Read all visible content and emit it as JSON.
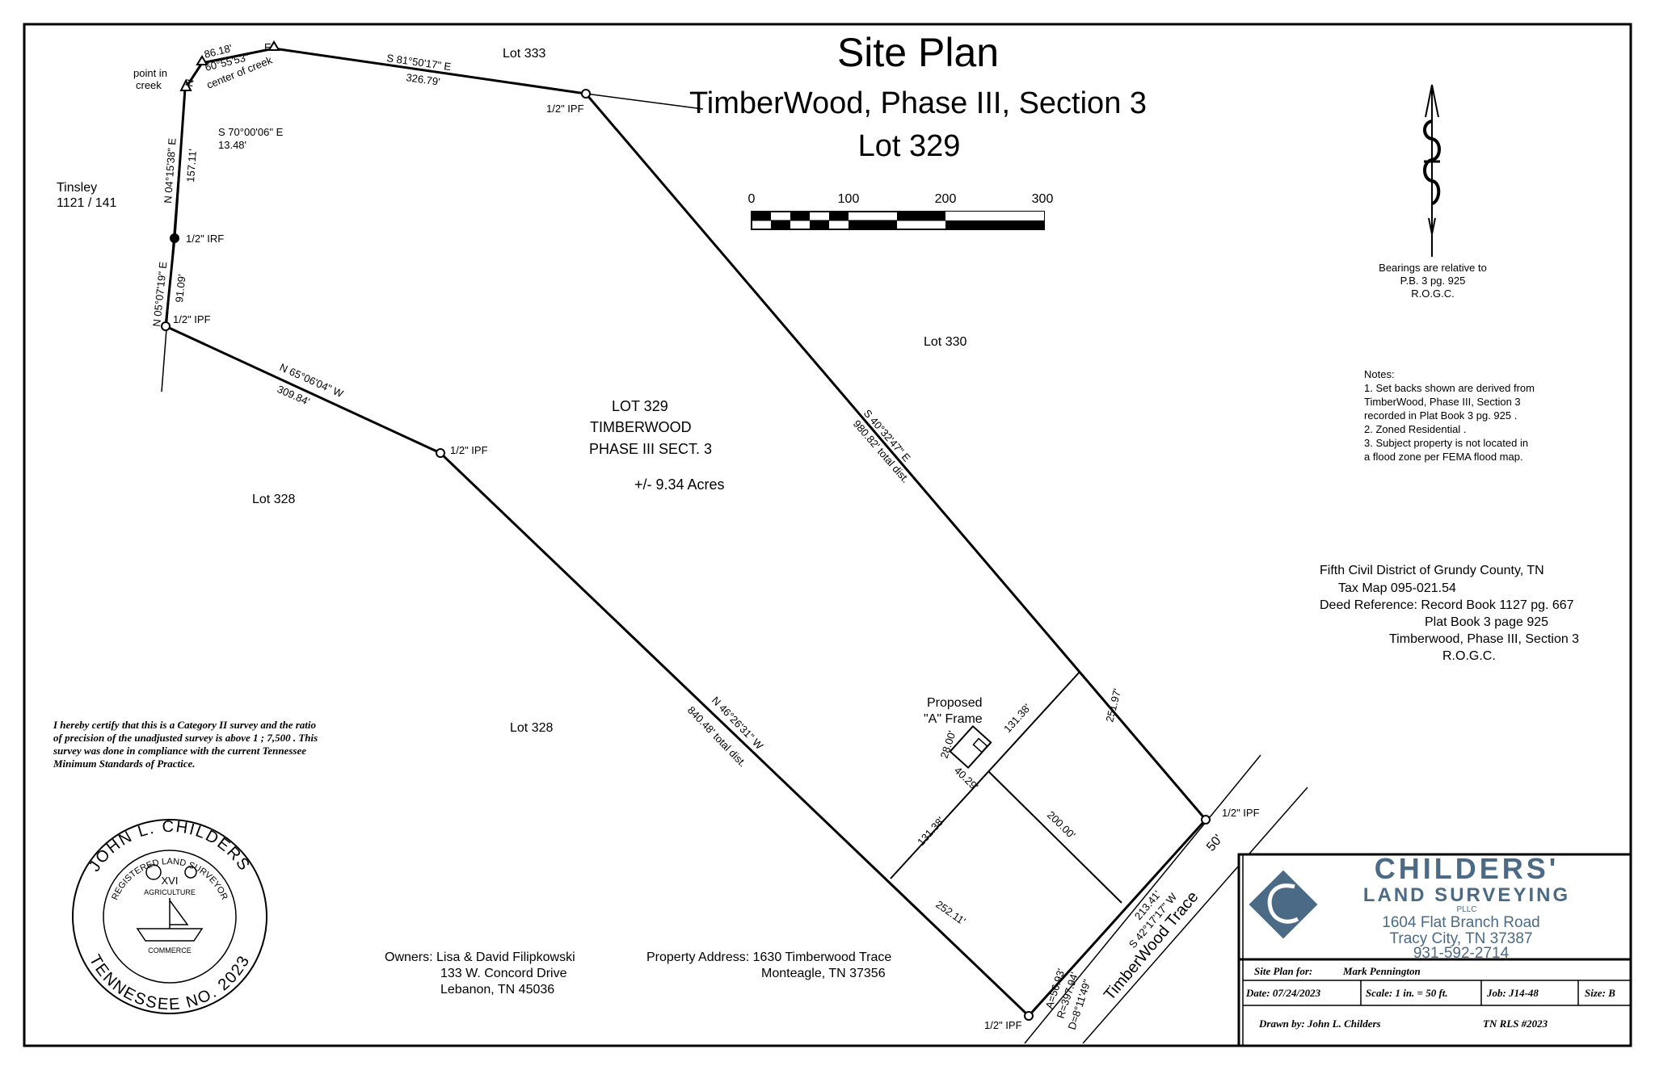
{
  "title": "Site Plan",
  "subtitle": "TimberWood, Phase III, Section 3",
  "lot_title": "Lot 329",
  "scale_bar": {
    "ticks": [
      "0",
      "100",
      "200",
      "300"
    ]
  },
  "north_note": [
    "Bearings are relative to",
    "P.B. 3 pg. 925",
    "R.O.G.C."
  ],
  "notes": [
    "Notes:",
    "1. Set backs shown are derived from",
    "TimberWood, Phase III, Section 3",
    "recorded in Plat Book 3 pg. 925 .",
    "2. Zoned Residential .",
    "3. Subject property is not located in",
    "a flood zone per FEMA flood map."
  ],
  "district": [
    "Fifth Civil District of Grundy County, TN",
    "Tax Map 095-021.54",
    "Deed Reference: Record Book 1127 pg. 667",
    "Plat Book 3 page 925",
    "Timberwood, Phase III, Section 3",
    "R.O.G.C."
  ],
  "certification": "I hereby certify that this is a Category II survey and the ratio of precision of the unadjusted survey is above 1 ; 7,500 . This survey was done in compliance with the current Tennessee Minimum Standards of Practice.",
  "seal": {
    "top": "JOHN L. CHILDERS",
    "ring": "REGISTERED LAND SURVEYOR",
    "number": "XVI",
    "agri": "AGRICULTURE",
    "comm": "COMMERCE",
    "bottom": "TENNESSEE NO. 2023"
  },
  "owners": [
    "Owners: Lisa & David Filipkowski",
    "133 W. Concord Drive",
    "Lebanon, TN 45036"
  ],
  "property": [
    "Property Address: 1630 Timberwood Trace",
    "Monteagle, TN 37356"
  ],
  "labels": {
    "lot333": "Lot 333",
    "lot330": "Lot 330",
    "lot328a": "Lot 328",
    "lot328b": "Lot 328",
    "tinsley1": "Tinsley",
    "tinsley2": "1121 / 141",
    "lot329a": "LOT 329",
    "lot329b": "TIMBERWOOD",
    "lot329c": "PHASE III SECT. 3",
    "acres": "+/- 9.34 Acres",
    "point1": "point in",
    "point2": "creek",
    "center_creek": "center of creek",
    "ipf_top": "1/2\" IPF",
    "irf_left": "1/2\" IRF",
    "ipf_left": "1/2\" IPF",
    "ipf_mid": "1/2\" IPF",
    "ipf_right": "1/2\" IPF",
    "ipf_bottom": "1/2\" IPF",
    "proposed1": "Proposed",
    "proposed2": "\"A\" Frame",
    "road": "TimberWood  Trace",
    "row": "50'"
  },
  "bearings": {
    "b1": "86.18'",
    "b1n": "N",
    "b1b": "60°55'53\"",
    "b1e": "E",
    "b2": "S  81°50'17\"  E",
    "b2d": "326.79'",
    "b3": "S  70°00'06\"  E",
    "b3d": "13.48'",
    "b4": "N  04°15'38\"  E",
    "b4d": "157.11'",
    "b5": "N  05°07'19\"  E",
    "b5d": "91.09'",
    "b6": "N  65°06'04\"  W",
    "b6d": "309.84'",
    "b7": "S  40°32'47\"  E",
    "b7d": "980.82'  total  dist.",
    "b8": "N  46°26'31\"  W",
    "b8d": "840.48'  total  dist.",
    "b9": "251.97'",
    "b10": "252.11'",
    "b11": "S  42°17'17\"  W",
    "b11d": "213.41'",
    "b12": "131.38'",
    "b13": "131.38'",
    "b14": "200.00'",
    "b15": "28.00'",
    "b16": "40.29'",
    "curve": [
      "A=56.93'",
      "R=397.94'",
      "D=8°11'49\""
    ]
  },
  "title_block": {
    "company": "CHILDERS'",
    "company2": "LAND SURVEYING",
    "pllc": "PLLC",
    "address": "1604 Flat Branch Road",
    "city": "Tracy City, TN 37387",
    "phone": "931-592-2714",
    "plan_for_label": "Site Plan for:",
    "plan_for": "Mark Pennington",
    "date": "Date: 07/24/2023",
    "scale": "Scale: 1 in. = 50 ft.",
    "job": "Job: J14-48",
    "size": "Size: B",
    "drawn": "Drawn by:  John L. Childers",
    "rls": "TN RLS #2023"
  },
  "colors": {
    "brand": "#4a6a85",
    "ink": "#000000"
  }
}
